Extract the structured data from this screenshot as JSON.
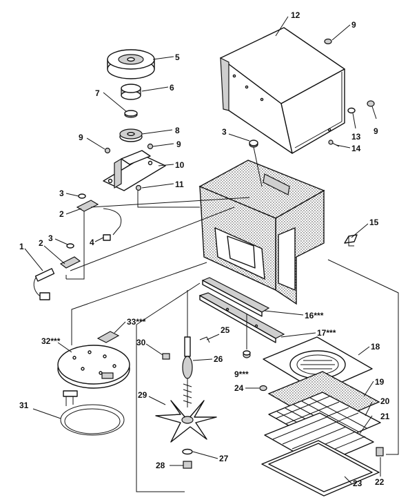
{
  "callouts": [
    {
      "id": "1",
      "label": "1"
    },
    {
      "id": "2a",
      "label": "2"
    },
    {
      "id": "2b",
      "label": "2"
    },
    {
      "id": "3a",
      "label": "3"
    },
    {
      "id": "3b",
      "label": "3"
    },
    {
      "id": "3c",
      "label": "3"
    },
    {
      "id": "4",
      "label": "4"
    },
    {
      "id": "5",
      "label": "5"
    },
    {
      "id": "6",
      "label": "6"
    },
    {
      "id": "7",
      "label": "7"
    },
    {
      "id": "8",
      "label": "8"
    },
    {
      "id": "9a",
      "label": "9"
    },
    {
      "id": "9b",
      "label": "9"
    },
    {
      "id": "9c",
      "label": "9"
    },
    {
      "id": "9d",
      "label": "9"
    },
    {
      "id": "9e",
      "label": "9***"
    },
    {
      "id": "10",
      "label": "10"
    },
    {
      "id": "11",
      "label": "11"
    },
    {
      "id": "12",
      "label": "12"
    },
    {
      "id": "13",
      "label": "13"
    },
    {
      "id": "14",
      "label": "14"
    },
    {
      "id": "15",
      "label": "15"
    },
    {
      "id": "16",
      "label": "16***"
    },
    {
      "id": "17",
      "label": "17***"
    },
    {
      "id": "18",
      "label": "18"
    },
    {
      "id": "19",
      "label": "19"
    },
    {
      "id": "20",
      "label": "20"
    },
    {
      "id": "21",
      "label": "21"
    },
    {
      "id": "22",
      "label": "22"
    },
    {
      "id": "23",
      "label": "23"
    },
    {
      "id": "24",
      "label": "24"
    },
    {
      "id": "25",
      "label": "25"
    },
    {
      "id": "26",
      "label": "26"
    },
    {
      "id": "27",
      "label": "27"
    },
    {
      "id": "28",
      "label": "28"
    },
    {
      "id": "29",
      "label": "29"
    },
    {
      "id": "30",
      "label": "30"
    },
    {
      "id": "31",
      "label": "31"
    },
    {
      "id": "32",
      "label": "32***"
    },
    {
      "id": "33",
      "label": "33***"
    }
  ]
}
